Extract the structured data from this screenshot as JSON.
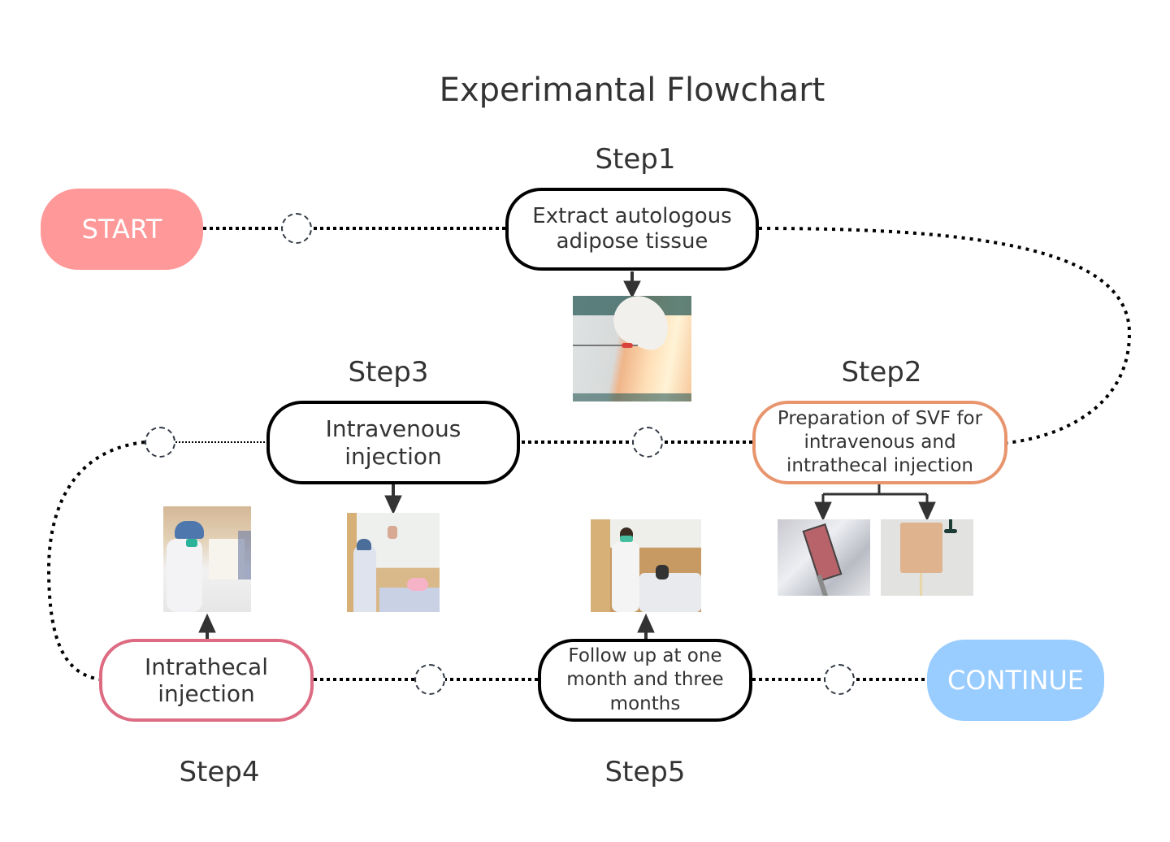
{
  "title": "Experimantal Flowchart",
  "terminals": {
    "start": {
      "label": "START",
      "color": "#ff9999"
    },
    "continue": {
      "label": "CONTINUE",
      "color": "#99ccff"
    }
  },
  "steps": [
    {
      "id": "step1",
      "label": "Step1",
      "text": "Extract autologous adipose tissue",
      "border_color": "#000000",
      "photos": [
        "Liposuction of abdominal adipose tissue"
      ]
    },
    {
      "id": "step2",
      "label": "Step2",
      "text": "Preparation of SVF for intravenous and intrathecal injection",
      "border_color": "#e8956e",
      "photos": [
        "Syringe with SVF suspension",
        "Infusion bag with SVF"
      ]
    },
    {
      "id": "step3",
      "label": "Step3",
      "text": "Intravenous injection",
      "border_color": "#000000",
      "photos": [
        "Nurse administering intravenous infusion"
      ]
    },
    {
      "id": "step4",
      "label": "Step4",
      "text": "Intrathecal injection",
      "border_color": "#dd6b82",
      "photos": [
        "Physician performing intrathecal injection"
      ]
    },
    {
      "id": "step5",
      "label": "Step5",
      "text": "Follow up at one month and three months",
      "border_color": "#000000",
      "photos": [
        "Doctor visiting patient at follow up"
      ]
    }
  ],
  "flow_order": [
    "START",
    "Step1",
    "Step2",
    "Step3",
    "Step4",
    "Step5",
    "CONTINUE"
  ]
}
